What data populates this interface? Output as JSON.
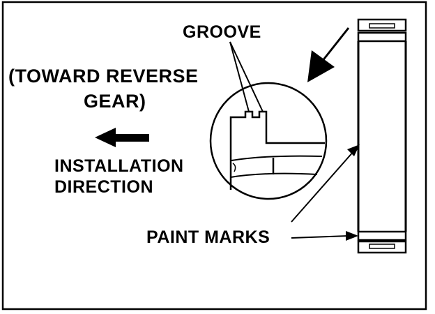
{
  "labels": {
    "groove": "GROOVE",
    "direction_line1": "(TOWARD REVERSE",
    "direction_line2": "GEAR)",
    "installation_line1": "INSTALLATION",
    "installation_line2": "DIRECTION",
    "paint_marks": "PAINT MARKS"
  },
  "colors": {
    "ink": "#000000",
    "paper": "#ffffff"
  }
}
